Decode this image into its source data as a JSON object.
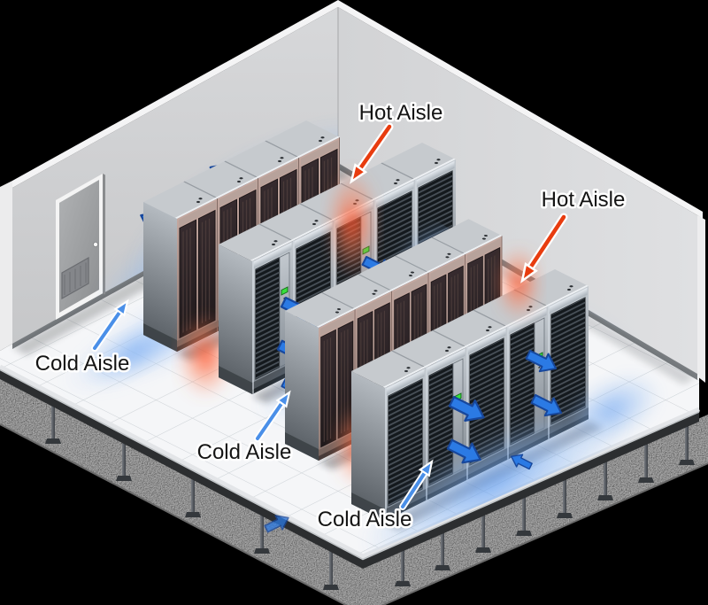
{
  "diagram": {
    "title_semantic": "Isometric data center hot aisle / cold aisle airflow diagram",
    "background_color": "#000000",
    "room": {
      "walls": [
        "left-wall",
        "right-wall"
      ],
      "door": {
        "location": "left-wall",
        "knob": true,
        "vent": true
      },
      "floor": {
        "type": "raised tile floor",
        "tile_grid": true,
        "pedestal_posts": 13,
        "concrete_slab_edge": true
      }
    },
    "racks": {
      "row_count": 4,
      "rows": [
        {
          "id": "rack-row-1",
          "visible_side": "rear-doors",
          "cabinets": 4,
          "leds": 0
        },
        {
          "id": "rack-row-2",
          "visible_side": "front-servers",
          "cabinets": 5,
          "leds": 2
        },
        {
          "id": "rack-row-3",
          "visible_side": "rear-doors",
          "cabinets": 5,
          "leds": 0
        },
        {
          "id": "rack-row-4",
          "visible_side": "front-servers",
          "cabinets": 5,
          "leds": 2
        }
      ],
      "led_color": "#37e03c"
    },
    "airflow": {
      "cold_arrow_color": "#2b7ae4",
      "cold_glow_color": "#6fa6f0",
      "hot_glow_color": "#ff4a22",
      "cold_flow_arrows": 15,
      "hot_spots": 4
    }
  },
  "labels": [
    {
      "id": "hot-aisle-1",
      "text": "Hot Aisle",
      "arrow_color": "#e83c0f",
      "points_to": "far end of aisle between rack rows 1 and 2"
    },
    {
      "id": "hot-aisle-2",
      "text": "Hot Aisle",
      "arrow_color": "#e83c0f",
      "points_to": "far end of aisle between rack rows 3 and 4"
    },
    {
      "id": "cold-aisle-1",
      "text": "Cold Aisle",
      "arrow_color": "#4a8fe8",
      "points_to": "aisle between left wall and rack row 1"
    },
    {
      "id": "cold-aisle-2",
      "text": "Cold Aisle",
      "arrow_color": "#4a8fe8",
      "points_to": "aisle between rack rows 2 and 3"
    },
    {
      "id": "cold-aisle-3",
      "text": "Cold Aisle",
      "arrow_color": "#4a8fe8",
      "points_to": "aisle in front of rack row 4"
    }
  ]
}
